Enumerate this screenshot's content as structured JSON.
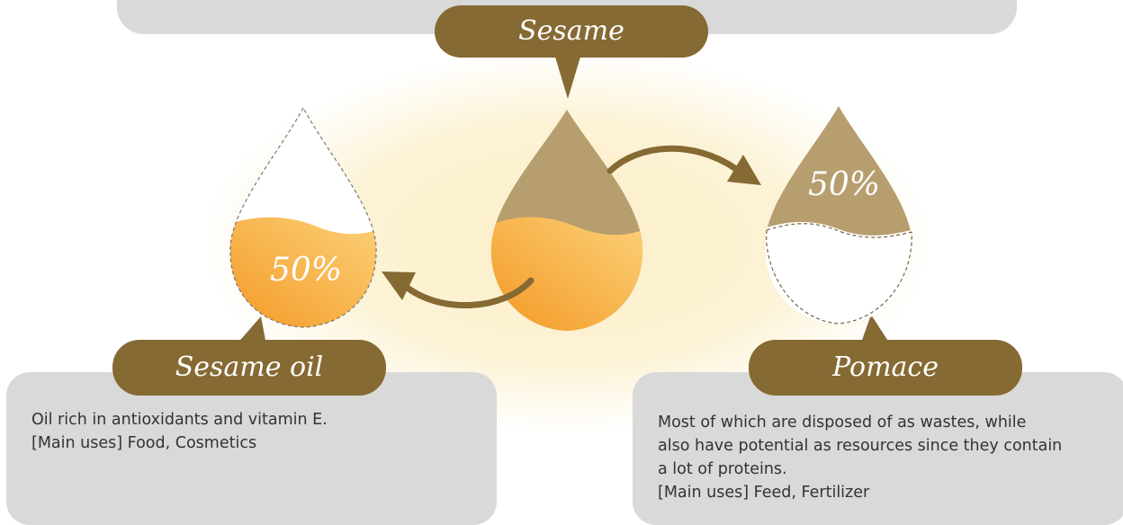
{
  "labels": {
    "source": "Sesame",
    "product_left": "Sesame oil",
    "product_right": "Pomace"
  },
  "percentages": {
    "left": "50%",
    "right": "50%"
  },
  "descriptions": {
    "sesame_oil": [
      "Oil rich in antioxidants and vitamin E.",
      "[Main uses] Food, Cosmetics"
    ],
    "pomace": [
      "Most of which are disposed of as wastes, while",
      "also have potential as resources since they contain",
      "a lot of proteins.",
      "[Main uses] Feed, Fertilizer"
    ]
  },
  "colors": {
    "pill": "#866a33",
    "seed": "#b79e6e",
    "oil_dark": "#f3951f",
    "oil_light": "#fcd27a",
    "box": "#d9d9d9",
    "arrow": "#866a33"
  }
}
